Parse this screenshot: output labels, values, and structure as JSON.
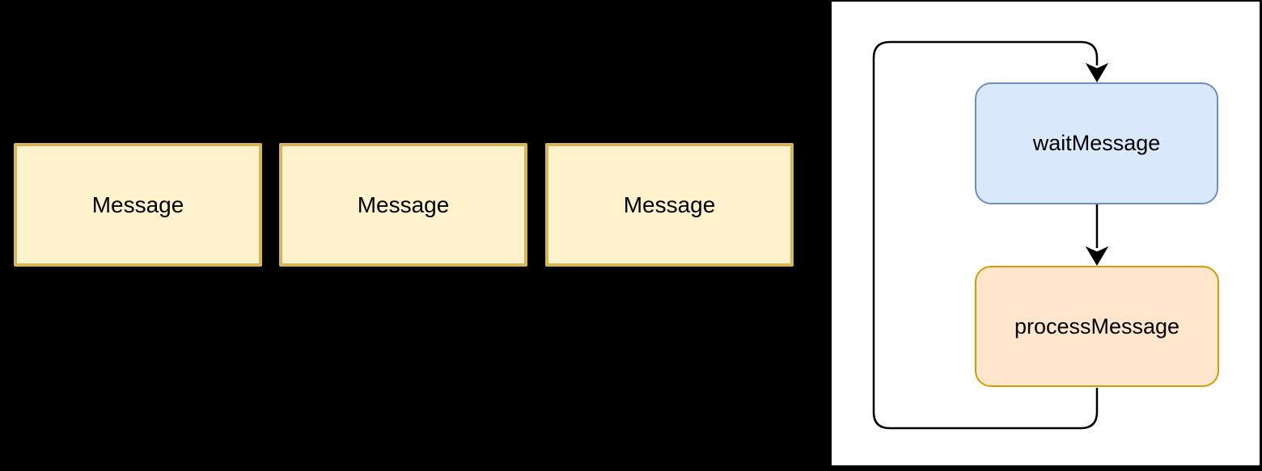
{
  "canvas": {
    "background_color": "#000000"
  },
  "message_row": {
    "boxes": [
      {
        "label": "Message"
      },
      {
        "label": "Message"
      },
      {
        "label": "Message"
      }
    ],
    "fill_color": "#FFF2CC",
    "border_color": "#D6B656",
    "text_color": "#000000"
  },
  "flowchart_panel": {
    "background_color": "#FFFFFF",
    "line_color": "#000000",
    "nodes": [
      {
        "id": "wait",
        "label": "waitMessage",
        "fill_color": "#DAE8FC",
        "border_color": "#6C8EBF"
      },
      {
        "id": "process",
        "label": "processMessage",
        "fill_color": "#FFE6CC",
        "border_color": "#D79B00"
      }
    ],
    "edges": [
      {
        "from": "waitMessage",
        "to": "processMessage",
        "shape": "straight-down-arrow"
      },
      {
        "from": "processMessage",
        "to": "waitMessage",
        "shape": "rounded-loop-back-arrow"
      }
    ]
  }
}
